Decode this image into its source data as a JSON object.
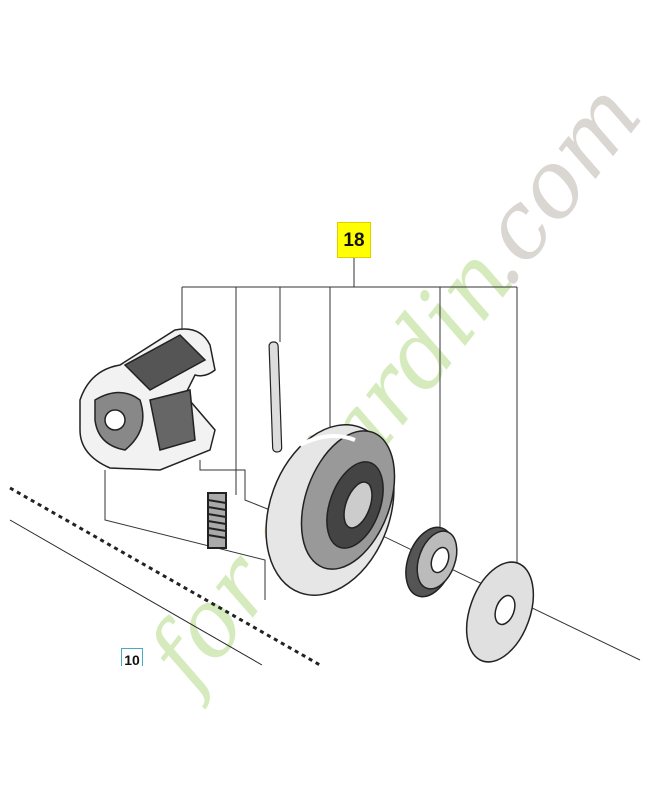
{
  "diagram": {
    "callouts": [
      {
        "id": "18",
        "highlight_color": "#ffff00"
      },
      {
        "id": "10",
        "border_color": "#4aa8c8"
      }
    ],
    "watermark": {
      "text": "foretjardin.com",
      "colors": [
        "#c8e6a0",
        "#e8c090",
        "#c8c4bc"
      ]
    }
  }
}
